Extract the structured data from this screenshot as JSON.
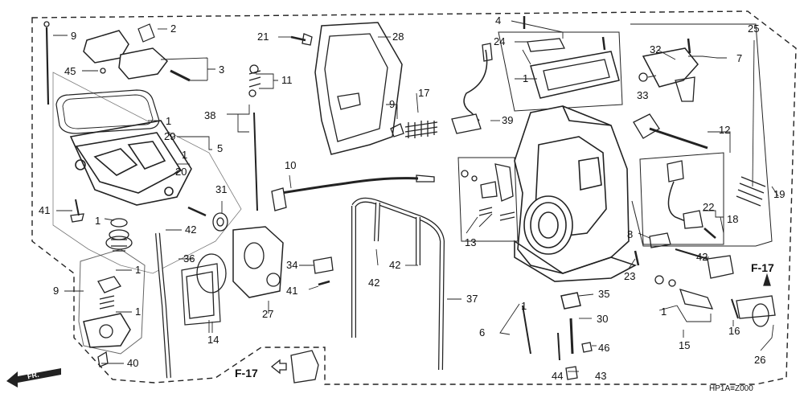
{
  "diagram_code": "HP1A≡Z000",
  "front_marker": "FR.",
  "frame_refs": {
    "bottom_center": "F-17",
    "right": "F-17"
  },
  "callouts": {
    "c9_top": "9",
    "c2": "2",
    "c3": "3",
    "c45": "45",
    "c1_gasket": "1",
    "c29": "29",
    "c5": "5",
    "c1_float": "1",
    "c20": "20",
    "c41_left": "41",
    "c1_oring": "1",
    "c9_left": "9",
    "c1_pump_a": "1",
    "c1_pump_b": "1",
    "c40": "40",
    "c21": "21",
    "c28": "28",
    "c11": "11",
    "c38": "38",
    "c31": "31",
    "c42_a": "42",
    "c36": "36",
    "c10": "10",
    "c14": "14",
    "c27": "27",
    "c41_mid": "41",
    "c34": "34",
    "c9_mid": "9",
    "c17": "17",
    "c4": "4",
    "c24": "24",
    "c1_top": "1",
    "c39": "39",
    "c42_b": "42",
    "c42_c": "42",
    "c13": "13",
    "c37": "37",
    "c25": "25",
    "c32": "32",
    "c7": "7",
    "c33": "33",
    "c12": "12",
    "c22": "22",
    "c18": "18",
    "c8": "8",
    "c42_d": "42",
    "c23": "23",
    "c35": "35",
    "c1_needle": "1",
    "c30": "30",
    "c6": "6",
    "c46": "46",
    "c44": "44",
    "c43": "43",
    "c1_right": "1",
    "c15": "15",
    "c16": "16",
    "c19": "19",
    "c26": "26"
  }
}
